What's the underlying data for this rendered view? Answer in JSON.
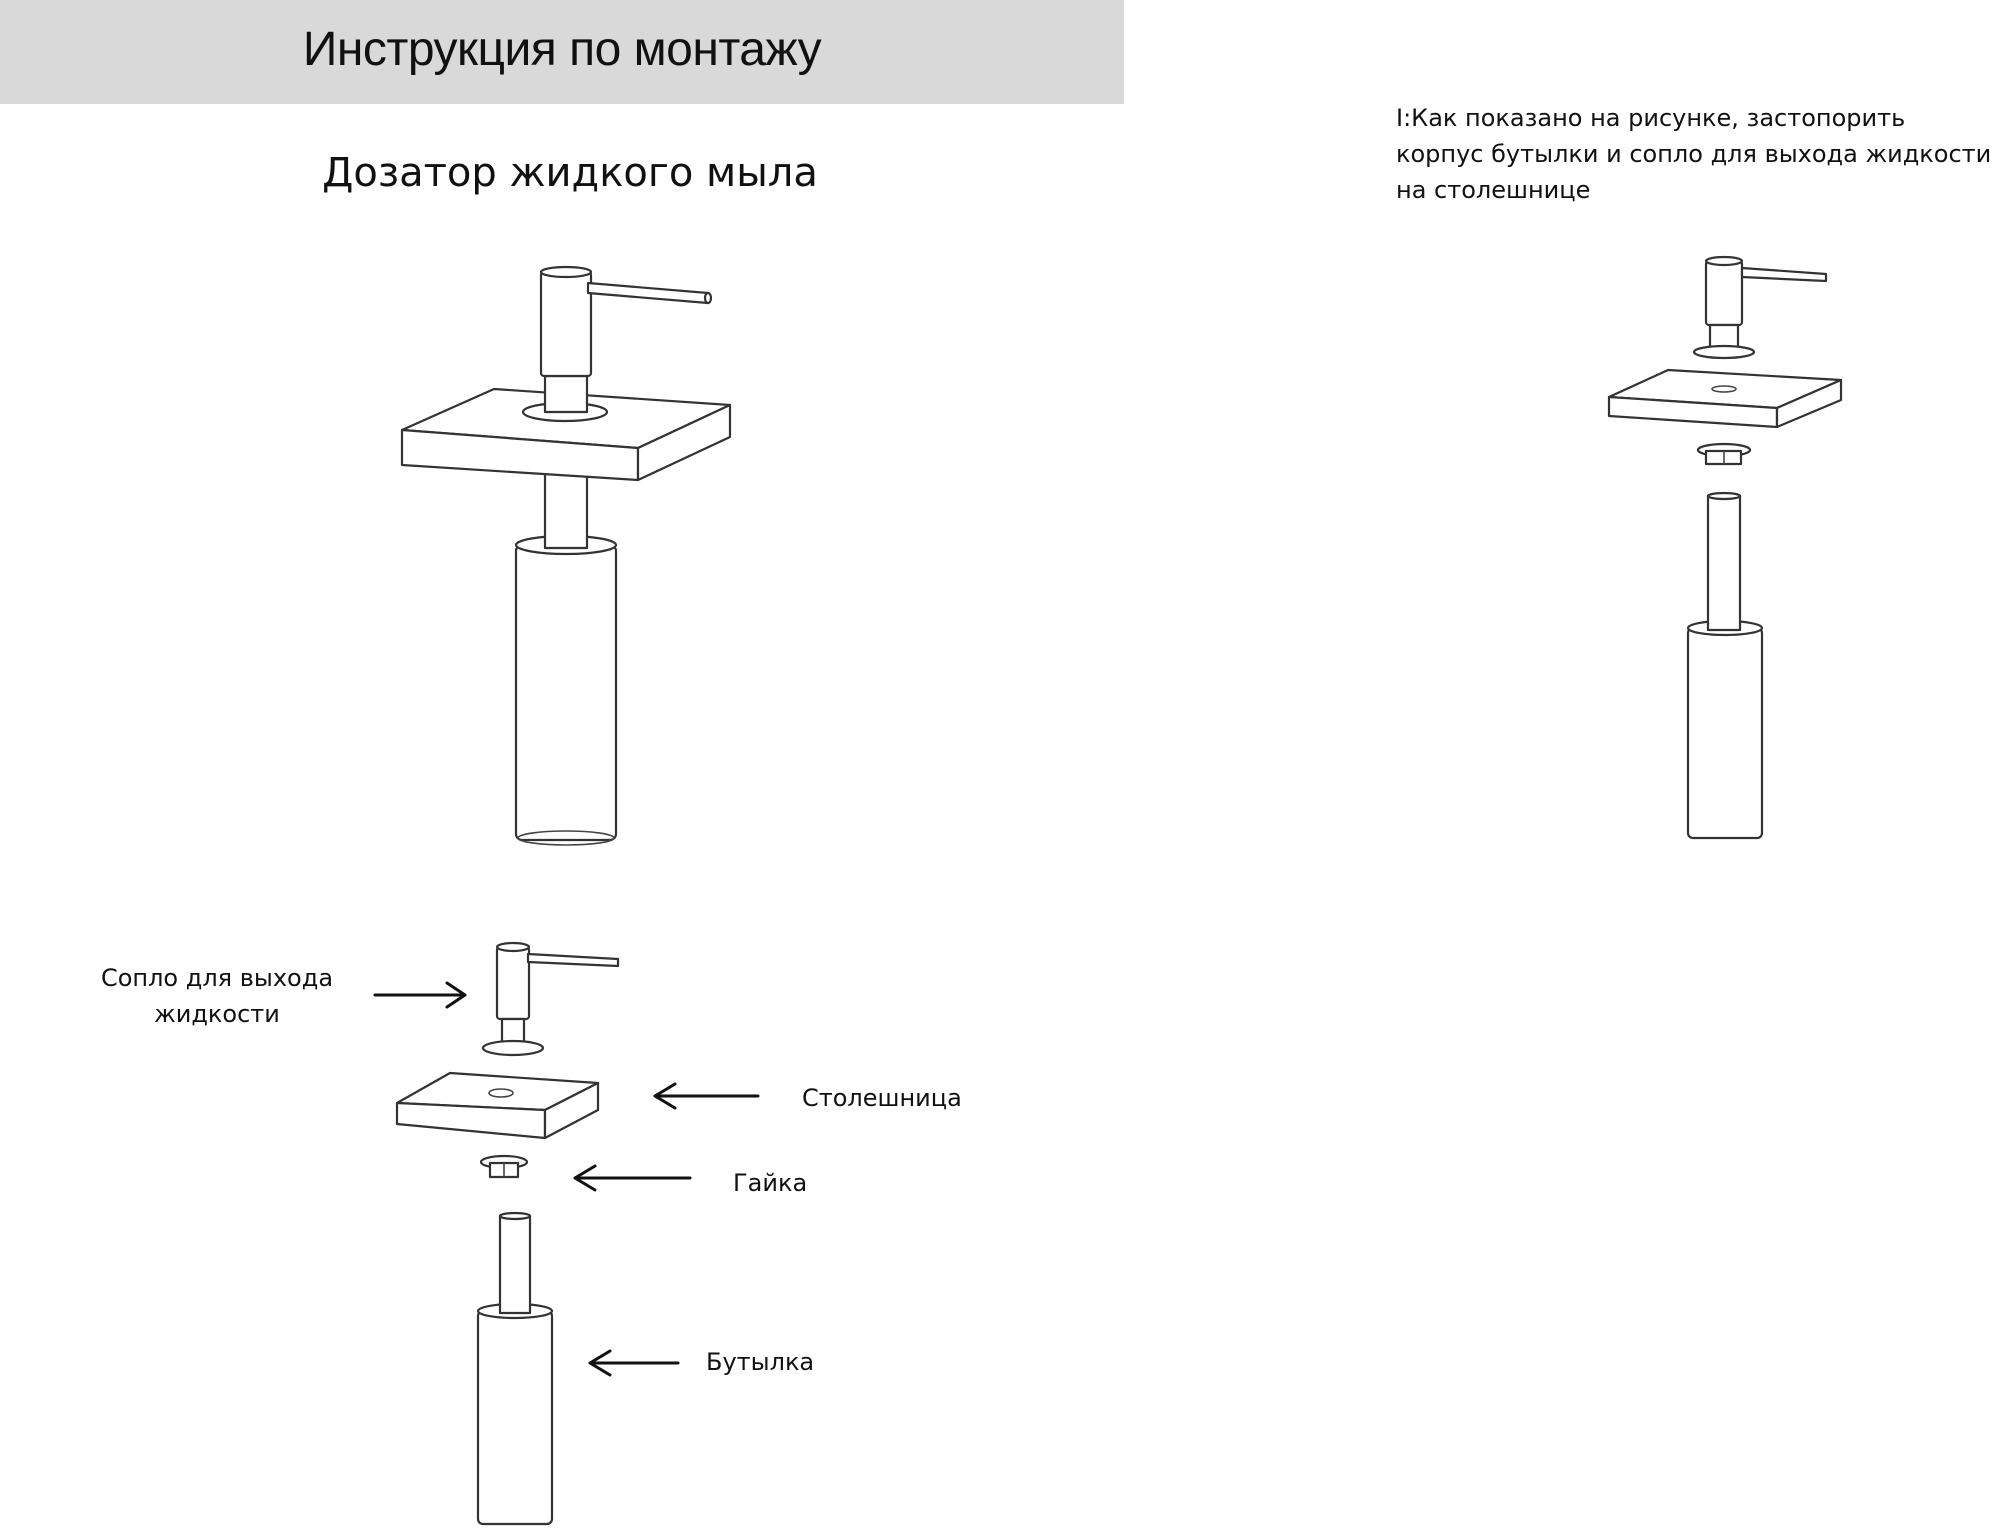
{
  "header": {
    "title": "Инструкция по монтажу",
    "band_color": "#d9d9d9"
  },
  "product": {
    "title": "Дозатор жидкого мыла"
  },
  "steps": [
    {
      "text": "I:Как показано на рисунке, застопорить корпус бутылки и сопло для выхода жидкости на столешнице"
    }
  ],
  "illustrations": {
    "assembled": {
      "icon": "soap-dispenser-assembled-icon"
    },
    "exploded_labeled": {
      "icon": "soap-dispenser-exploded-icon"
    },
    "exploded_step": {
      "icon": "soap-dispenser-exploded-icon"
    }
  },
  "parts": [
    {
      "id": "nozzle",
      "label": "Сопло для выхода жидкости",
      "label_line1": "Сопло для выхода",
      "label_line2": "жидкости",
      "arrow": "right"
    },
    {
      "id": "countertop",
      "label": "Столешница",
      "arrow": "left"
    },
    {
      "id": "nut",
      "label": "Гайка",
      "arrow": "left"
    },
    {
      "id": "bottle",
      "label": "Бутылка",
      "arrow": "left"
    }
  ]
}
